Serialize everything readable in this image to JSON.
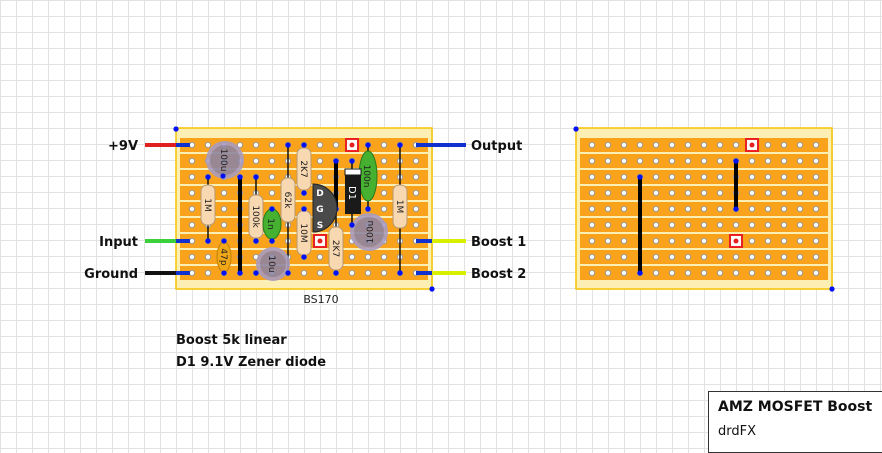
{
  "title_block": {
    "title": "AMZ MOSFET Boost",
    "author": "drdFX"
  },
  "notes": [
    "Boost 5k linear",
    "D1 9.1V Zener diode"
  ],
  "connections": {
    "left": [
      {
        "label": "+9V",
        "color": "#e02020"
      },
      {
        "label": "Input",
        "color": "#3ad13a"
      },
      {
        "label": "Ground",
        "color": "#111111"
      }
    ],
    "right": [
      {
        "label": "Output",
        "color": "#1030d0"
      },
      {
        "label": "Boost 1",
        "color": "#d8f000"
      },
      {
        "label": "Boost 2",
        "color": "#d8f000"
      }
    ]
  },
  "components": {
    "c_100u_a": "100u",
    "c_47p": "47p",
    "r_1m_a": "1M",
    "r_100k": "100k",
    "c_1n": "1n",
    "c_10u": "10u",
    "r_62k": "62k",
    "r_2k7_a": "2K7",
    "r_10m": "10M",
    "r_2k7_b": "2K7",
    "d1": "D1",
    "c_100n": "100n",
    "c_100u_b": "100u",
    "r_1m_b": "1M",
    "transistor": {
      "label": "BS170",
      "pins": [
        "D",
        "G",
        "S"
      ]
    }
  },
  "board": {
    "columns": 15,
    "rows": 9,
    "strip_color": "#f9a31c",
    "board_color": "#fdefb4",
    "cut_color": "#e82020"
  }
}
